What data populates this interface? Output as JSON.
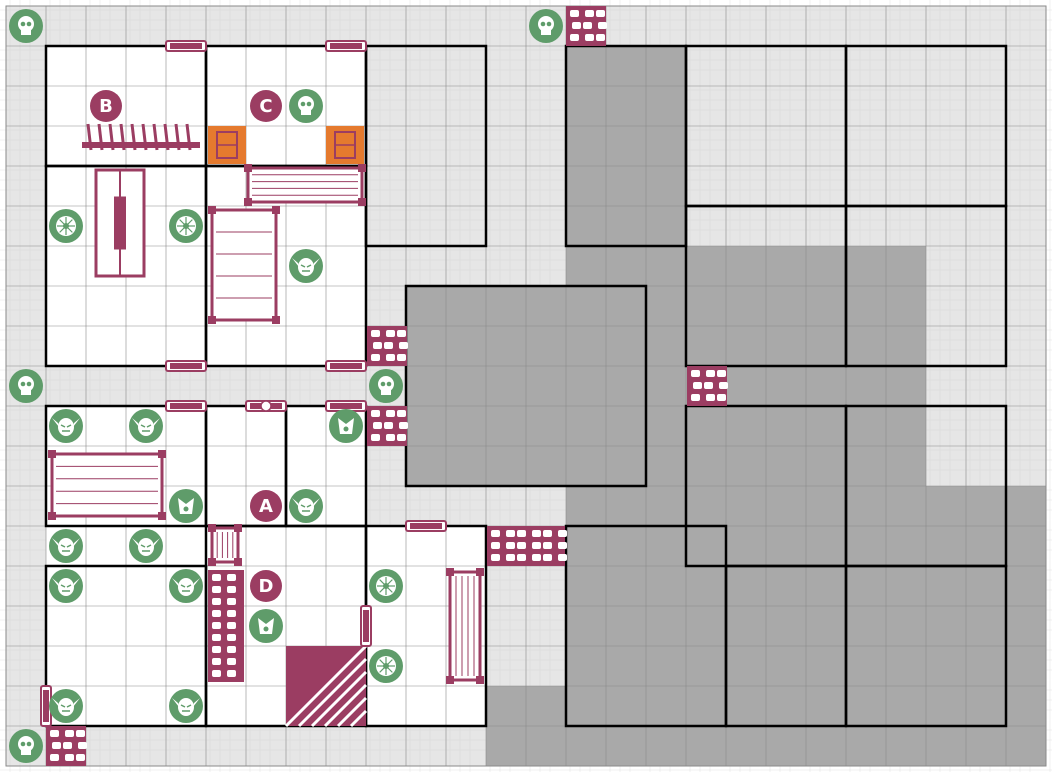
{
  "board": {
    "cols": 26,
    "rows": 19,
    "colors": {
      "corridor": "#e6e6e6",
      "solid_rock": "#a9a9a9",
      "room_floor": "#ffffff",
      "wall": "#000000",
      "furniture": "#9b3d62",
      "monster_token": "#5f9c6a",
      "trap": "#e57a2e"
    }
  },
  "room_labels": [
    {
      "id": "room-b",
      "text": "B"
    },
    {
      "id": "room-c",
      "text": "C"
    },
    {
      "id": "room-a",
      "text": "A"
    },
    {
      "id": "room-d",
      "text": "D"
    }
  ],
  "legend": {
    "skull": "skull-token-icon",
    "orc": "orc-token-icon",
    "goblin": "goblin-token-icon",
    "fimir": "fimir-token-icon",
    "chaos_warrior": "chaos-warrior-token-icon",
    "door": "door-icon",
    "rubble": "blocked-square-icon",
    "trap": "trap-icon",
    "stairs": "stairway-icon",
    "table": "table-icon",
    "rack": "torture-rack-icon",
    "weapons": "weapon-rack-icon",
    "bookcase": "bookcase-icon",
    "fireplace": "fireplace-icon",
    "chest": "treasure-chest-icon"
  }
}
